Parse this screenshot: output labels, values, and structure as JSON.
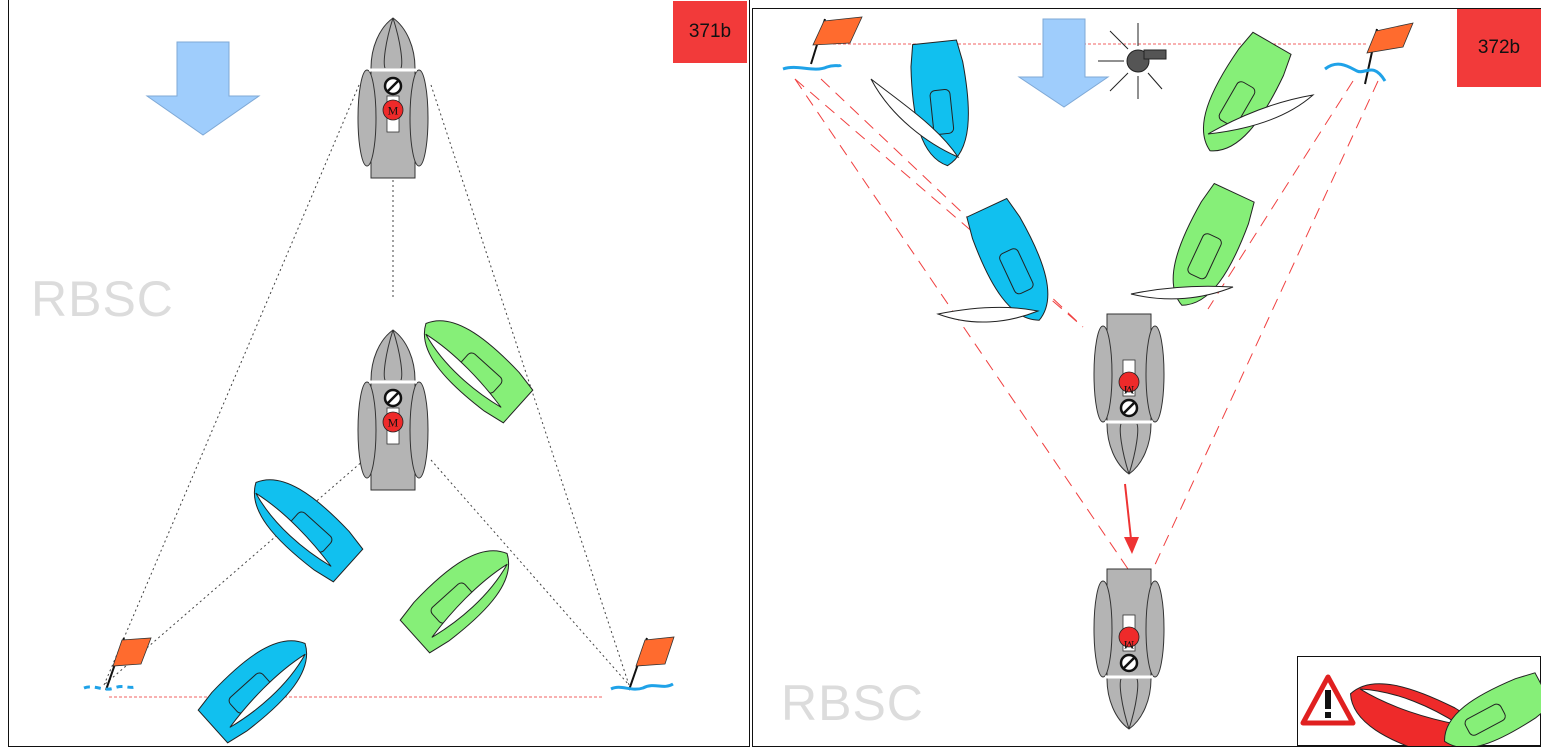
{
  "panels": [
    {
      "label": "371b",
      "watermark": "RBSC"
    },
    {
      "label": "372b",
      "watermark": "RBSC"
    }
  ],
  "marks": {
    "motor": "M"
  },
  "colors": {
    "badge": "#f23a3a",
    "boat_gray": "#b4b4b4",
    "boat_blue": "#11c0ef",
    "boat_green": "#86ef78",
    "flag": "#ff6b2e",
    "water": "#1fa2e8",
    "wind_arrow": "#9fcdfc",
    "guide_line": "#f04040"
  },
  "icons": [
    "wind-arrow-icon",
    "whistle-icon",
    "flag-icon",
    "warning-icon",
    "no-entry-icon"
  ]
}
